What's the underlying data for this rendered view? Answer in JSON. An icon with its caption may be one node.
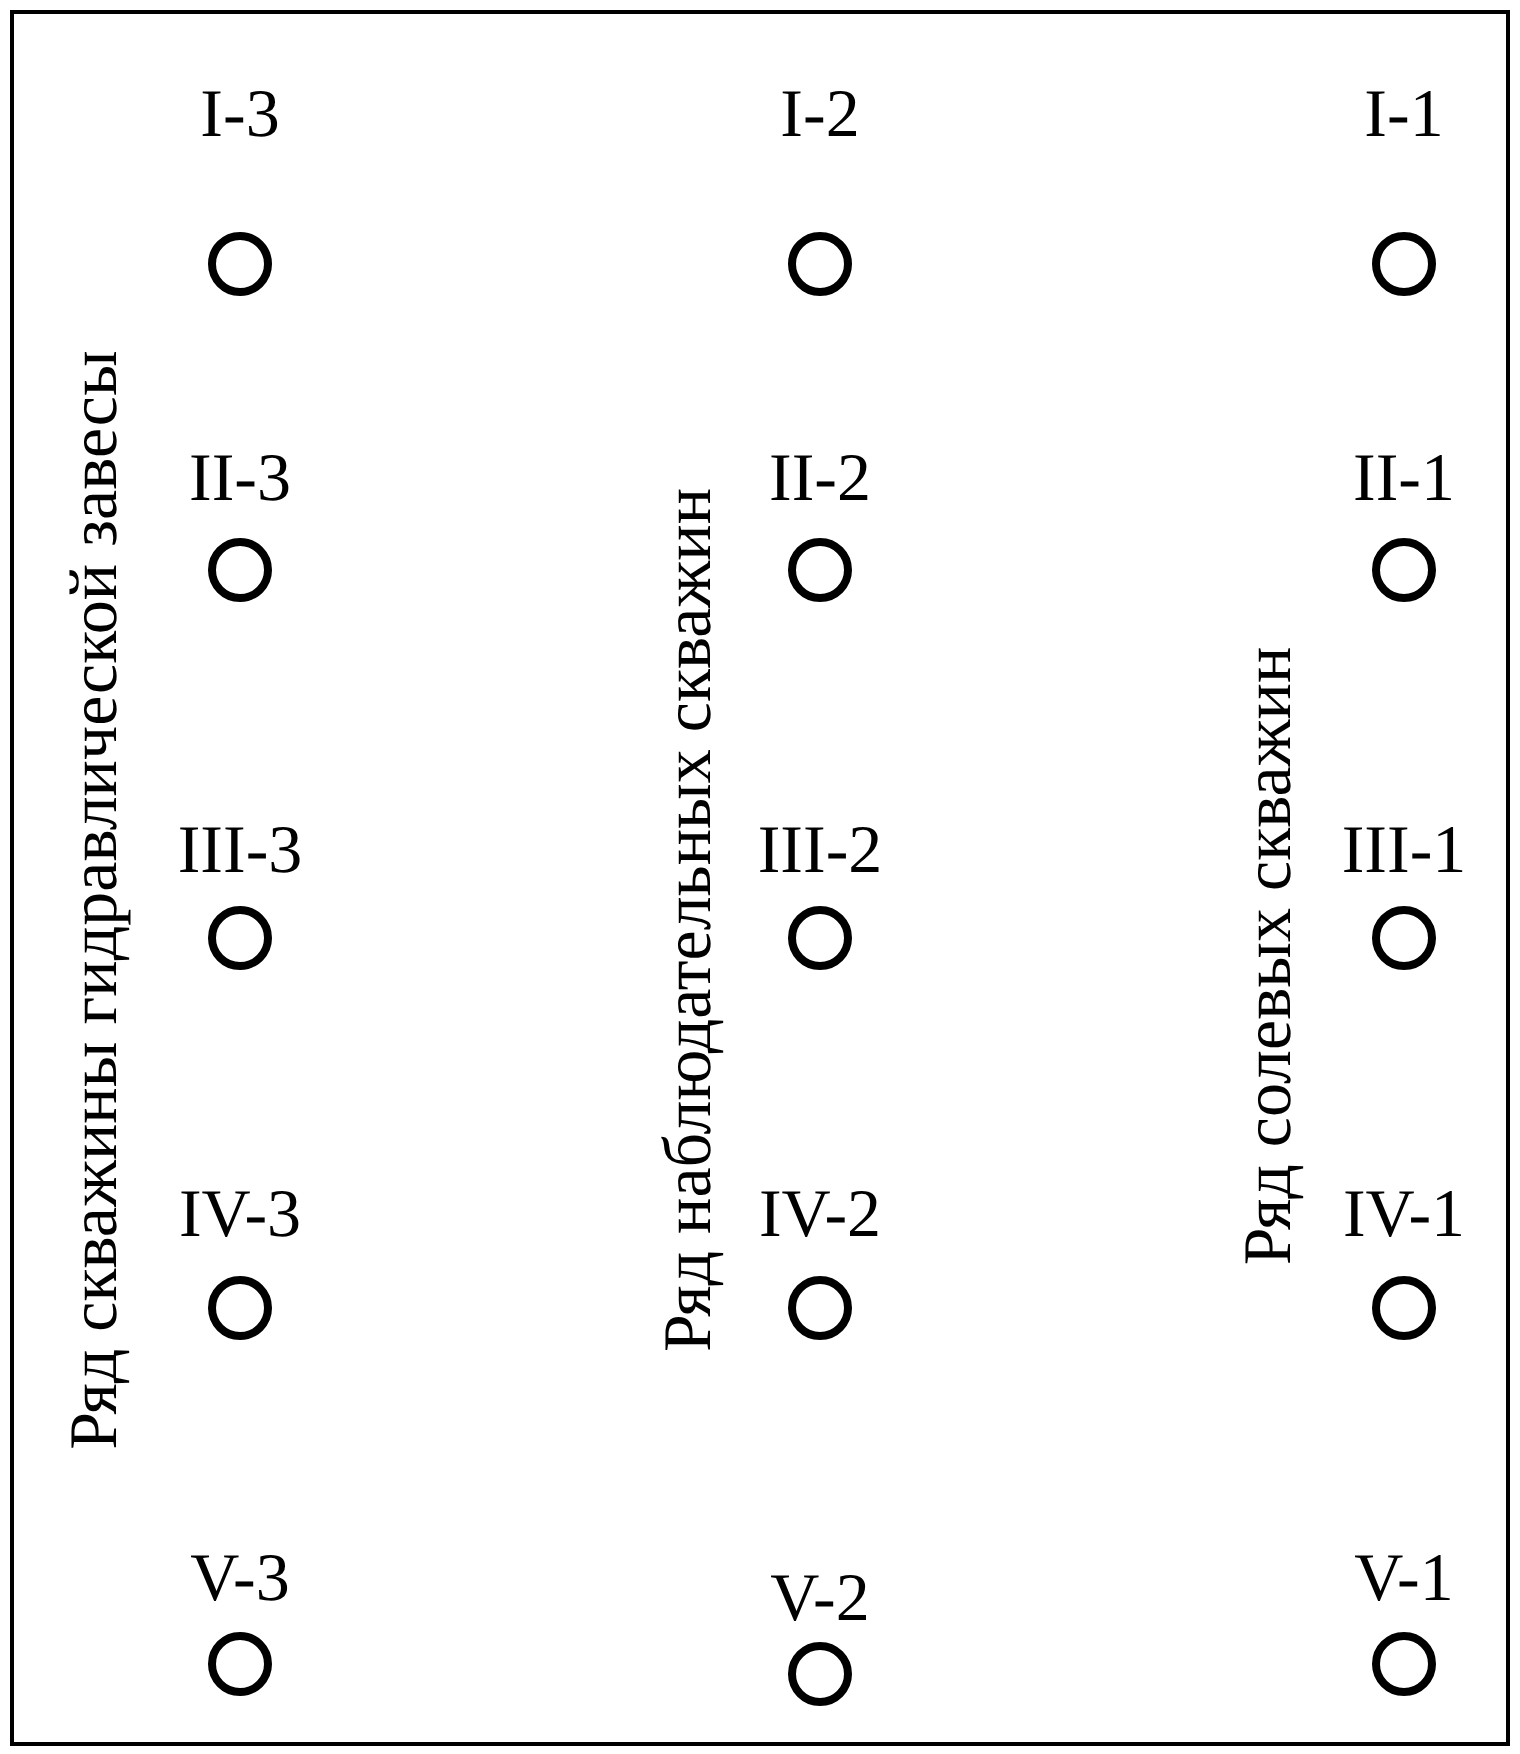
{
  "diagram": {
    "nodes": [
      {
        "text": [],
        "shape": "circle",
        "beside": [
          "I-3"
        ]
      },
      {
        "text": [],
        "shape": "circle",
        "beside": [
          "I-2"
        ]
      },
      {
        "text": [],
        "shape": "circle",
        "beside": [
          "I-1"
        ]
      },
      {
        "text": [],
        "shape": "circle",
        "beside": [
          "II-3"
        ]
      },
      {
        "text": [],
        "shape": "circle",
        "beside": [
          "II-2"
        ]
      },
      {
        "text": [],
        "shape": "circle",
        "beside": [
          "II-1"
        ]
      },
      {
        "text": [],
        "shape": "circle",
        "beside": [
          "III-3"
        ]
      },
      {
        "text": [],
        "shape": "circle",
        "beside": [
          "III-2"
        ]
      },
      {
        "text": [],
        "shape": "circle",
        "beside": [
          "III-1"
        ]
      },
      {
        "text": [],
        "shape": "circle",
        "beside": [
          "IV-3"
        ]
      },
      {
        "text": [],
        "shape": "circle",
        "beside": [
          "IV-2"
        ]
      },
      {
        "text": [],
        "shape": "circle",
        "beside": [
          "IV-1"
        ]
      },
      {
        "text": [],
        "shape": "circle",
        "beside": [
          "V-3"
        ]
      },
      {
        "text": [],
        "shape": "circle",
        "beside": [
          "V-2"
        ]
      },
      {
        "text": [],
        "shape": "circle",
        "beside": [
          "V-1"
        ]
      }
    ],
    "edges": [],
    "labels": [
      "Ряд скважины гидравлической завесы",
      "Ряд наблюдательных скважин",
      "Ряд солевых скважин"
    ]
  }
}
